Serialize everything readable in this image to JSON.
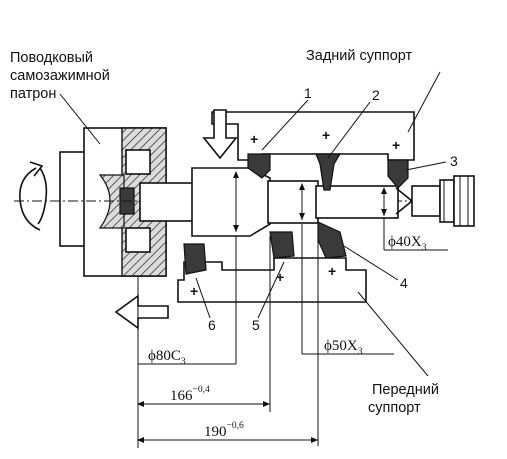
{
  "labels": {
    "chuck_line1": "Поводковый",
    "chuck_line2": "самозажимной",
    "chuck_line3": "патрон",
    "rear_support": "Задний суппорт",
    "front_support_line1": "Передний",
    "front_support_line2": "суппорт"
  },
  "tools": {
    "t1": "1",
    "t2": "2",
    "t3": "3",
    "t4": "4",
    "t5": "5",
    "t6": "6"
  },
  "dimensions": {
    "d80": "ϕ80C",
    "d80_sub": "3",
    "d50": "ϕ50X",
    "d50_sub": "3",
    "d40": "ϕ40X",
    "d40_sub": "3",
    "l166": "166",
    "l166_tol": "−0,4",
    "l190": "190",
    "l190_tol": "−0,6"
  },
  "colors": {
    "ink": "#111111",
    "hatch_fill": "#cfcfcf",
    "dark_fill": "#3a3a3a"
  }
}
